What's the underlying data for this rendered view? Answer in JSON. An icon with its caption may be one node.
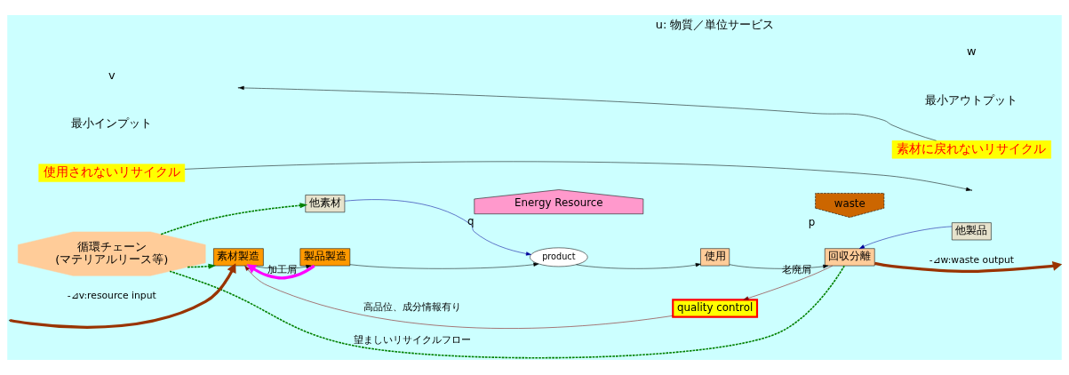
{
  "diagram": {
    "nodes": [
      {
        "text": [
          "循環チェーン",
          "(マテリアルリース等)"
        ]
      },
      {
        "text": [
          "他素材"
        ]
      },
      {
        "text": [
          "素材製造"
        ]
      },
      {
        "text": [
          "製品製造"
        ]
      },
      {
        "text": [
          "product"
        ]
      },
      {
        "text": [
          "使用"
        ]
      },
      {
        "text": [
          "回収分離"
        ]
      },
      {
        "text": [
          "他製品"
        ]
      },
      {
        "text": [
          "quality control"
        ]
      },
      {
        "text": [
          "Energy Resource"
        ],
        "beside": [
          "q"
        ]
      },
      {
        "text": [
          "waste"
        ],
        "beside": [
          "p"
        ]
      },
      {
        "text": [
          "使用されないリサイクル"
        ]
      },
      {
        "text": [
          "素材に戻れないリサイクル"
        ]
      }
    ],
    "edges": [
      {
        "from": 6,
        "to": 0,
        "arrow": "none",
        "label": "望ましいリサイクルフロー",
        "style": "dashed",
        "color": "#008000"
      },
      {
        "from": 0,
        "to": 1,
        "arrow": "to",
        "style": "dashed",
        "color": "#008000"
      },
      {
        "from": 0,
        "to": 2,
        "arrow": "to",
        "style": "dashed",
        "color": "#008000"
      },
      {
        "from": null,
        "to": 2,
        "arrow": "to",
        "label": "-⊿v:resource input",
        "style": "thick",
        "color": "#993300"
      },
      {
        "from": 2,
        "to": 3,
        "arrow": "to"
      },
      {
        "from": 3,
        "to": 4,
        "arrow": "to"
      },
      {
        "from": 1,
        "to": 4,
        "arrow": "to",
        "color": "#000099"
      },
      {
        "from": 4,
        "to": 5,
        "arrow": "to"
      },
      {
        "from": 5,
        "to": 6,
        "arrow": "to"
      },
      {
        "from": 7,
        "to": 6,
        "arrow": "to",
        "color": "#000099"
      },
      {
        "from": 6,
        "to": null,
        "arrow": "to",
        "label": "-⊿w:waste output",
        "style": "thick",
        "color": "#993300"
      },
      {
        "from": 6,
        "to": 8,
        "arrow": "to",
        "label": "老廃屑",
        "color": "#800000"
      },
      {
        "from": 3,
        "to": 2,
        "arrow": "to",
        "label": "加工屑",
        "style": "thick",
        "color": "#ff00ff"
      },
      {
        "from": 8,
        "to": 2,
        "arrow": "to",
        "label": "高品位、成分情報有り",
        "color": "#800000"
      },
      {
        "from": 11,
        "to": null,
        "arrow": "to"
      },
      {
        "from": 12,
        "to": null,
        "arrow": "to"
      }
    ],
    "labels": [
      "最小インプット",
      "v",
      "u: 物質／単位サービス",
      "最小アウトプット",
      "w"
    ]
  }
}
